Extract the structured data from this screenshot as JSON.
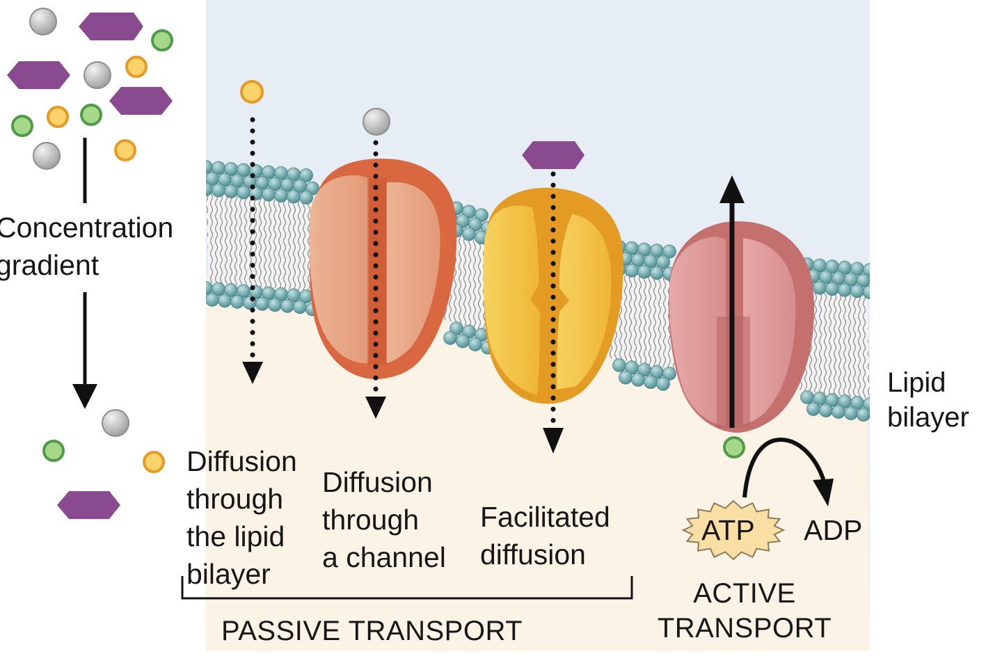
{
  "labels": {
    "concentration_gradient": "Concentration\ngradient",
    "lipid_bilayer": "Lipid\nbilayer",
    "diffusion_lipid": "Diffusion\nthrough\nthe lipid\nbilayer",
    "diffusion_channel": "Diffusion\nthrough\na channel",
    "facilitated": "Facilitated\ndiffusion",
    "atp": "ATP",
    "adp": "ADP",
    "passive": "PASSIVE TRANSPORT",
    "active": "ACTIVE\nTRANSPORT"
  },
  "colors": {
    "outside": "#e7edf5",
    "inside": "#fcf3e7",
    "head": "#7fb3b6",
    "channel": "#e5956f",
    "carrier": "#f0b735",
    "pump": "#d98e8c",
    "molecule_purple": "#8a4a8f",
    "molecule_gray": "#c4c4c4",
    "molecule_yellow": "#f2b52f",
    "molecule_green": "#a6d88a"
  }
}
